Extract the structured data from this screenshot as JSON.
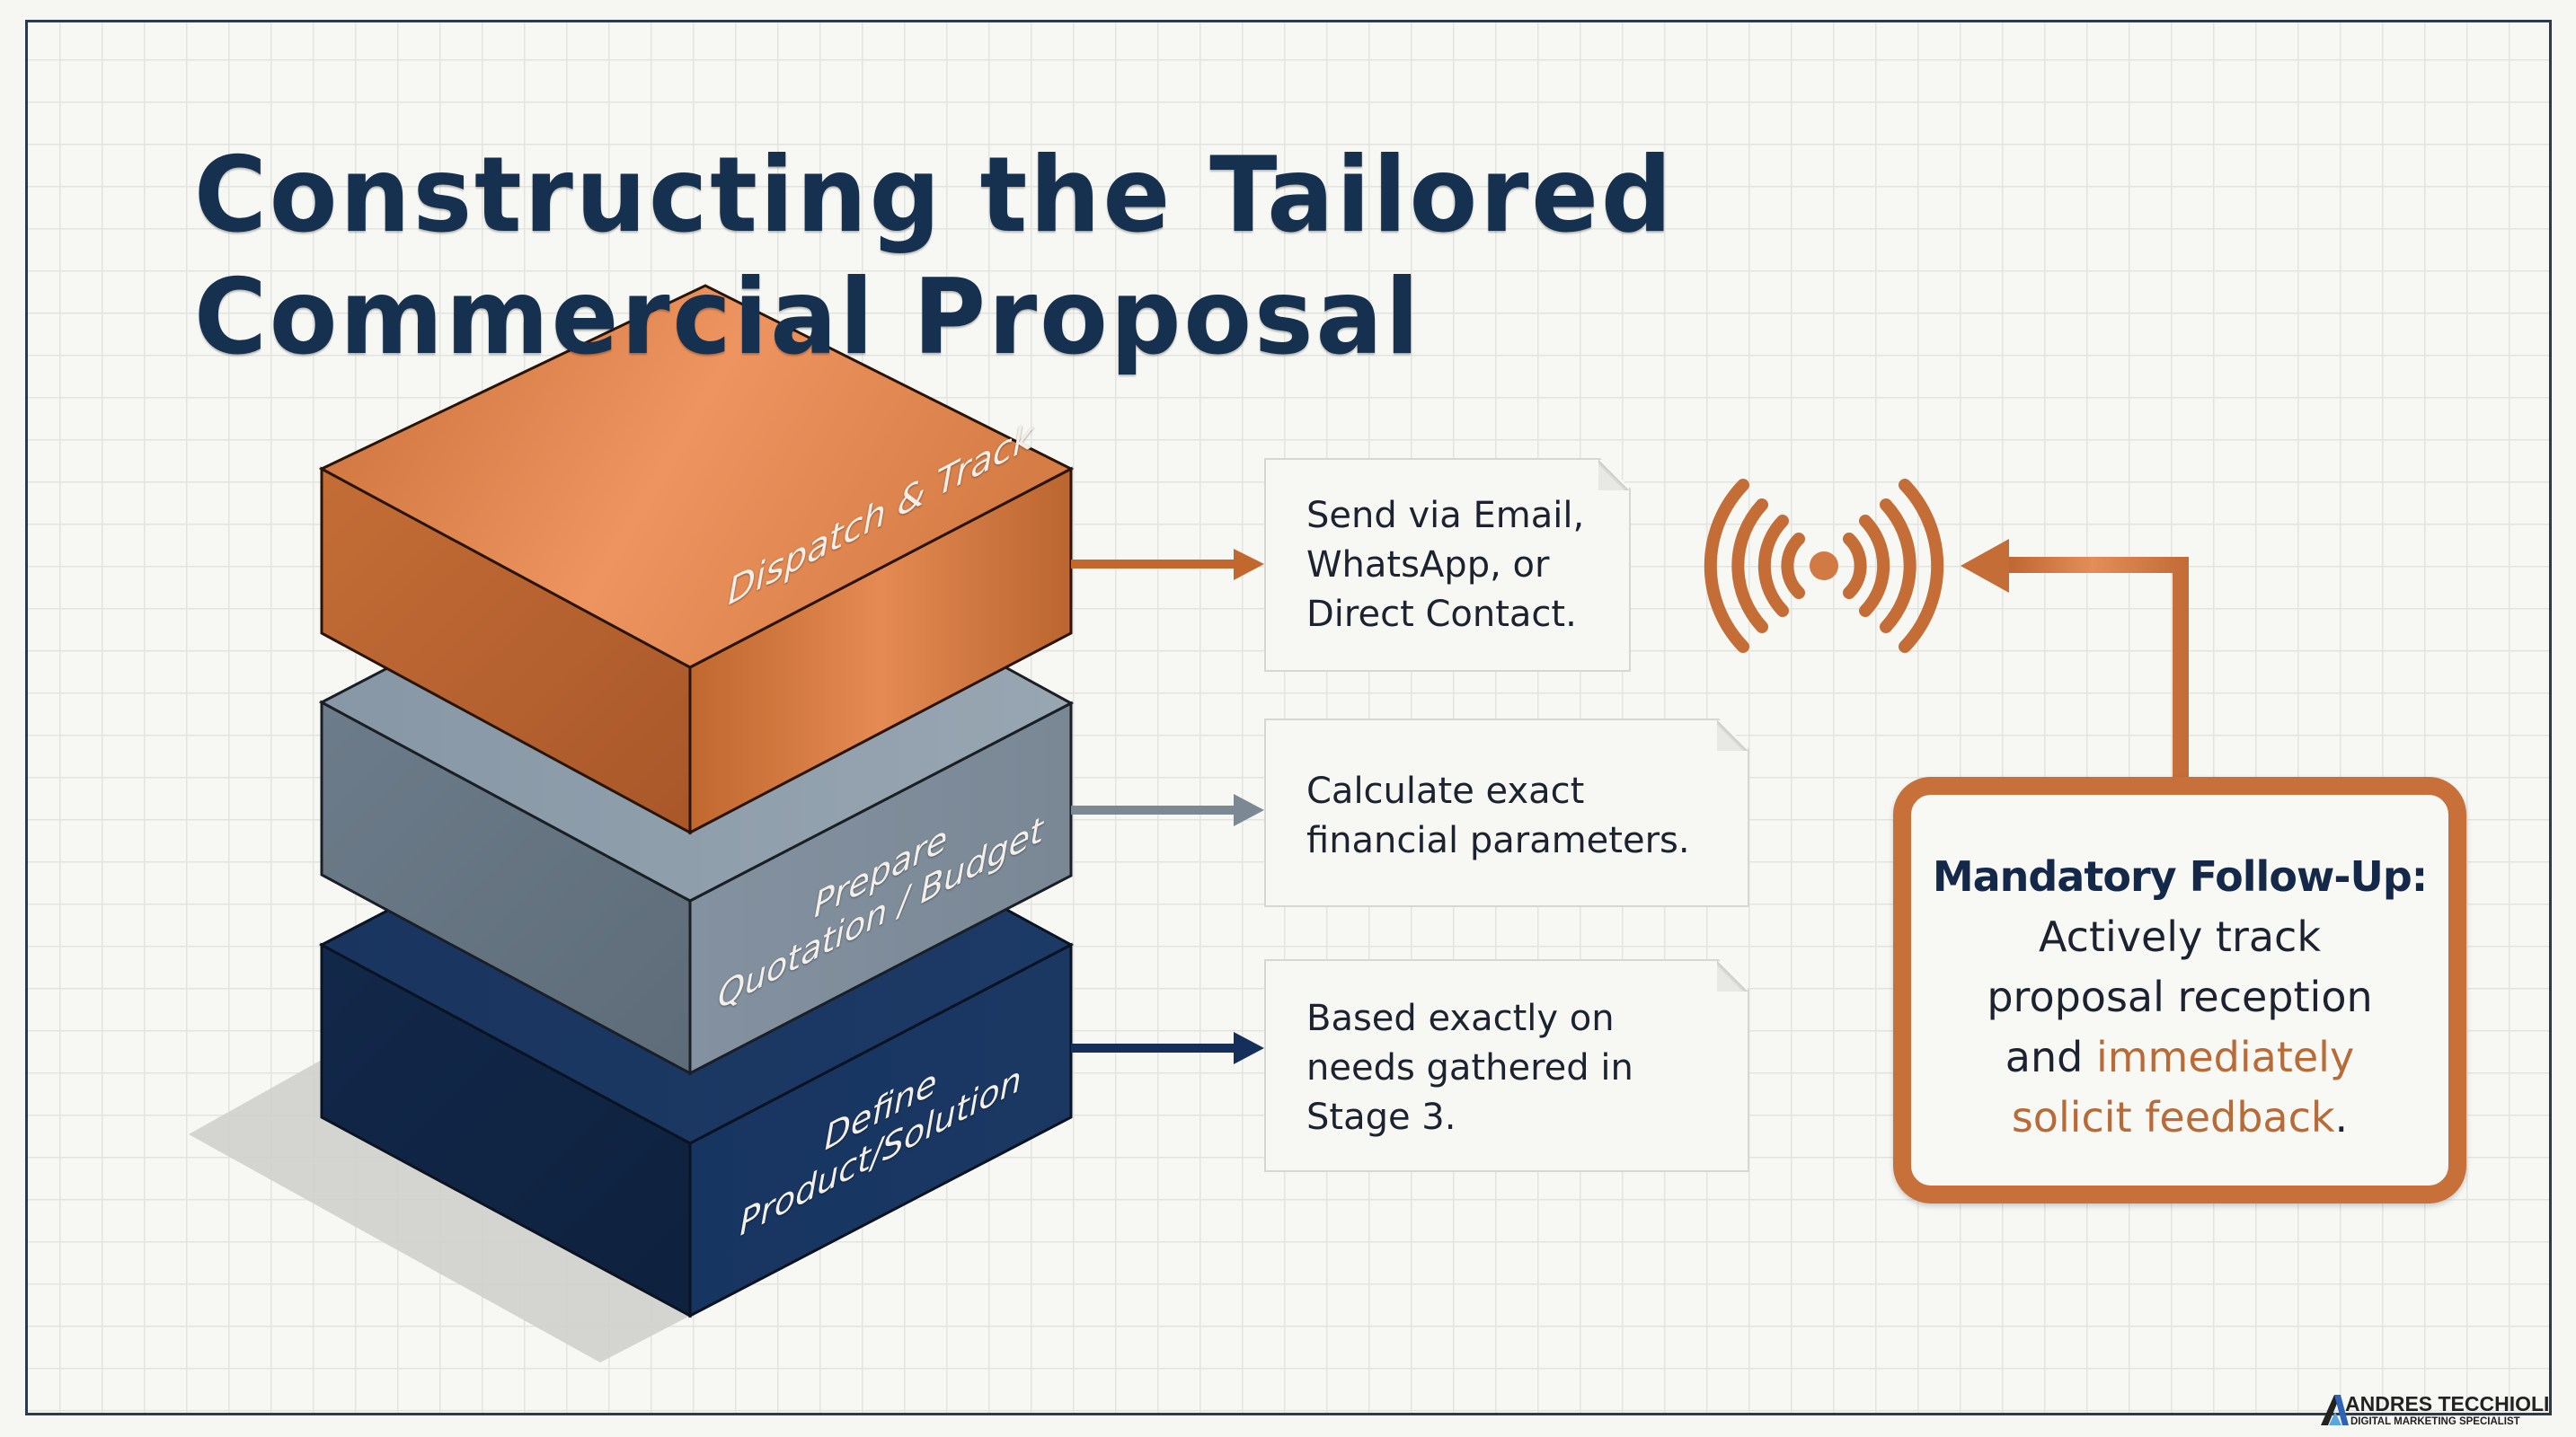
{
  "title": {
    "line1": "Constructing the Tailored",
    "line2": "Commercial Proposal"
  },
  "colors": {
    "copper": "#c8703a",
    "slate": "#7e8e9c",
    "navy": "#14305a",
    "title": "#16304f",
    "text": "#1c2230"
  },
  "stack": [
    {
      "id": "dispatch",
      "lines": [
        "Dispatch & Track"
      ],
      "color": "copper"
    },
    {
      "id": "prepare",
      "lines": [
        "Prepare",
        "Quotation / Budget"
      ],
      "color": "slate"
    },
    {
      "id": "define",
      "lines": [
        "Define",
        "Product/Solution"
      ],
      "color": "navy"
    }
  ],
  "cards": [
    {
      "lines": [
        "Send via Email,",
        "WhatsApp, or",
        "Direct Contact."
      ]
    },
    {
      "lines": [
        "Calculate exact",
        "financial parameters."
      ]
    },
    {
      "lines": [
        "Based exactly on",
        "needs gathered in",
        "Stage 3."
      ]
    }
  ],
  "signal_icon": "broadcast-signal-icon",
  "followup": {
    "heading": "Mandatory Follow-Up:",
    "line1": "Actively track",
    "line2": "proposal reception",
    "line3_plain": "and ",
    "line3_accent": "immediately",
    "line4_accent": "solicit feedback",
    "line4_end": "."
  },
  "branding": {
    "name": "ANDRES TECCHIOLI",
    "subtitle": "DIGITAL MARKETING SPECIALIST"
  }
}
